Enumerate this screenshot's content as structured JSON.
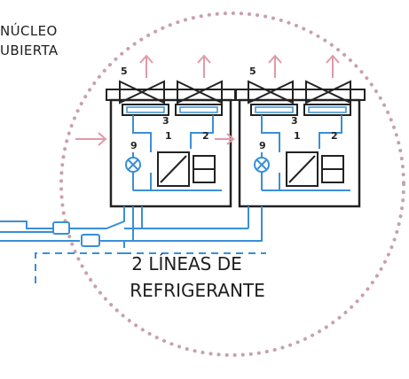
{
  "label_top": {
    "line1": "NÚCLEO",
    "line2": "UBIERTA"
  },
  "label_center": {
    "line1": "2 LÍNEAS DE",
    "line2": "REFRIGERANTE"
  },
  "unit_numbers": {
    "n1": "1",
    "n2": "2",
    "n3": "3",
    "n5": "5",
    "n9": "9"
  },
  "colors": {
    "circle_dots": "#c9a0ad",
    "pipe_blue": "#3a8fd6",
    "unit_outline": "#222222",
    "arrow": "#e09aa8",
    "text": "#1e1e1e"
  },
  "icons": {
    "fan_arrow": "up-arrow-icon",
    "valve": "bowtie-valve-icon",
    "expansion_valve": "x-circle-valve-icon",
    "heat_exchanger": "diagonal-box-icon"
  }
}
